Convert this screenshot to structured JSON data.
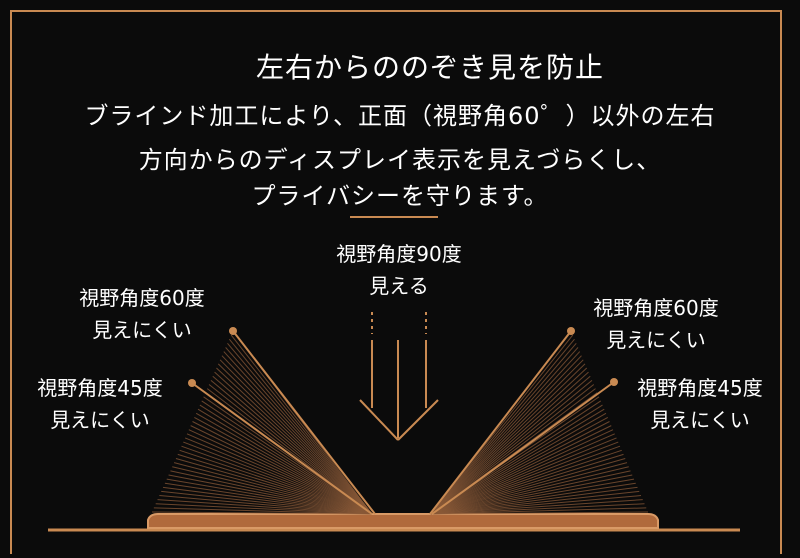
{
  "headline": "左右からののぞき見を防止",
  "description": {
    "line1": "ブラインド加工により、正面（視野角60゜）以外の左右",
    "line2": "方向からのディスプレイ表示を見えづらくし、",
    "line3": "プライバシーを守ります。"
  },
  "labels": {
    "center": {
      "angle": "視野角度90度",
      "visibility": "見える"
    },
    "left60": {
      "angle": "視野角度60度",
      "visibility": "見えにくい"
    },
    "left45": {
      "angle": "視野角度45度",
      "visibility": "見えにくい"
    },
    "right60": {
      "angle": "視野角度60度",
      "visibility": "見えにくい"
    },
    "right45": {
      "angle": "視野角度45度",
      "visibility": "見えにくい"
    }
  },
  "colors": {
    "accent": "#c98a52",
    "background": "#0b0b0b",
    "text": "#ffffff"
  }
}
